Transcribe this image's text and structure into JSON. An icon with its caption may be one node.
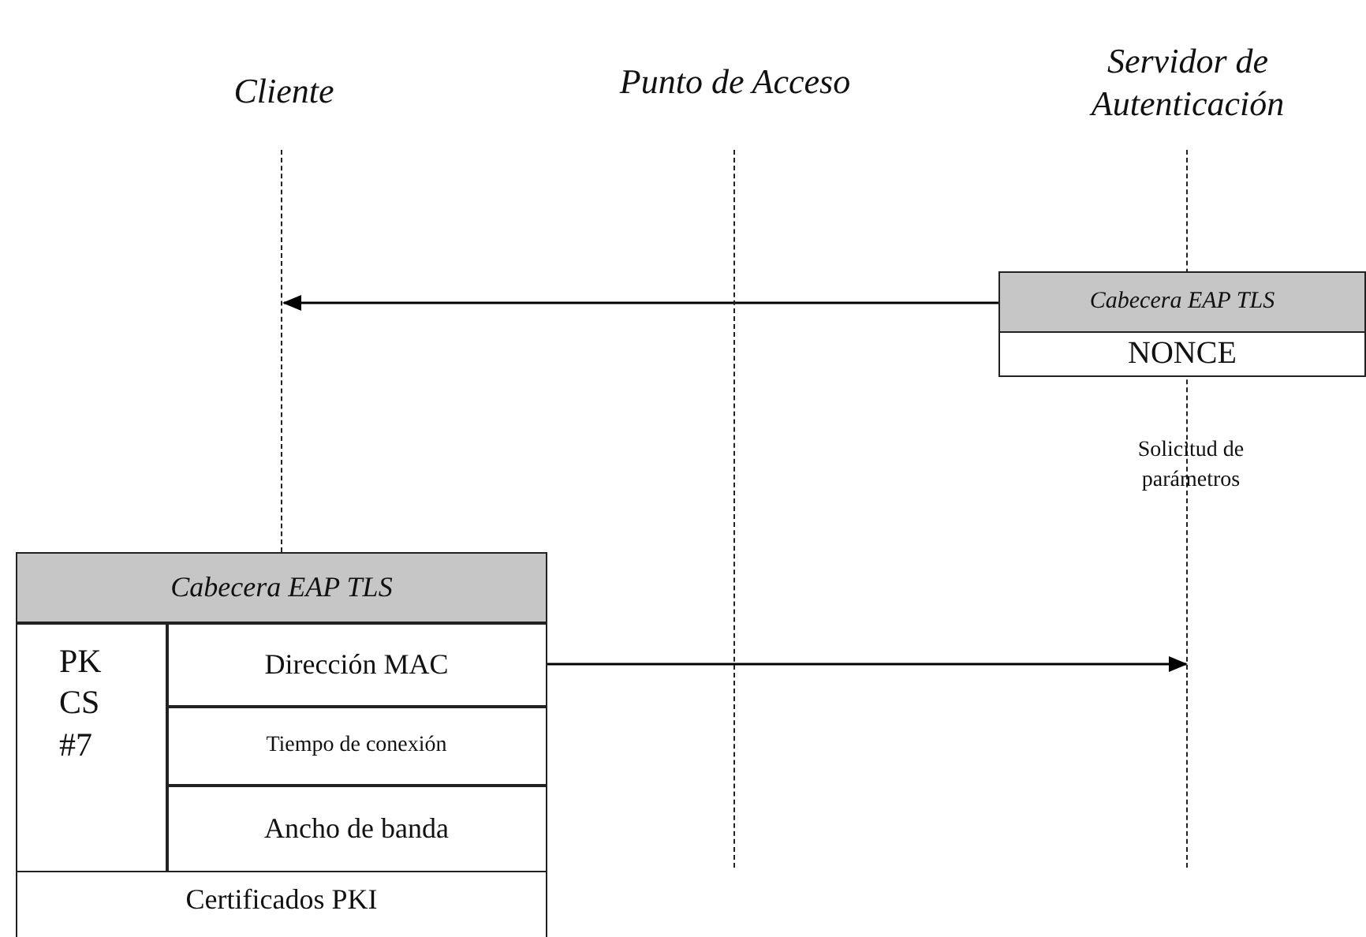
{
  "diagram": {
    "nodes": [
      {
        "text": [
          "Cliente"
        ]
      },
      {
        "text": [
          "Punto de Acceso"
        ]
      },
      {
        "text": [
          "Servidor de Autenticación"
        ]
      },
      {
        "text": [],
        "shape": "line"
      },
      {
        "text": [],
        "shape": "line"
      },
      {
        "text": [],
        "shape": "line"
      },
      {
        "text": [
          "Cabecera EAP TLS",
          "NONCE"
        ]
      },
      {
        "text": [
          "Cabecera EAP TLS",
          "Certificados PKI"
        ]
      },
      {
        "text": [
          "PK CS #7"
        ],
        "in": 7
      },
      {
        "text": [
          "Dirección MAC"
        ],
        "in": 7
      },
      {
        "text": [
          "Tiempo de conexión"
        ],
        "in": 7
      },
      {
        "text": [
          "Ancho de banda"
        ],
        "in": 7
      }
    ],
    "edges": [
      {
        "from": 6,
        "to": 3,
        "arrow": "to"
      },
      {
        "from": 9,
        "to": 5,
        "arrow": "to"
      }
    ],
    "labels": [
      "Solicitud de parámetros"
    ]
  }
}
